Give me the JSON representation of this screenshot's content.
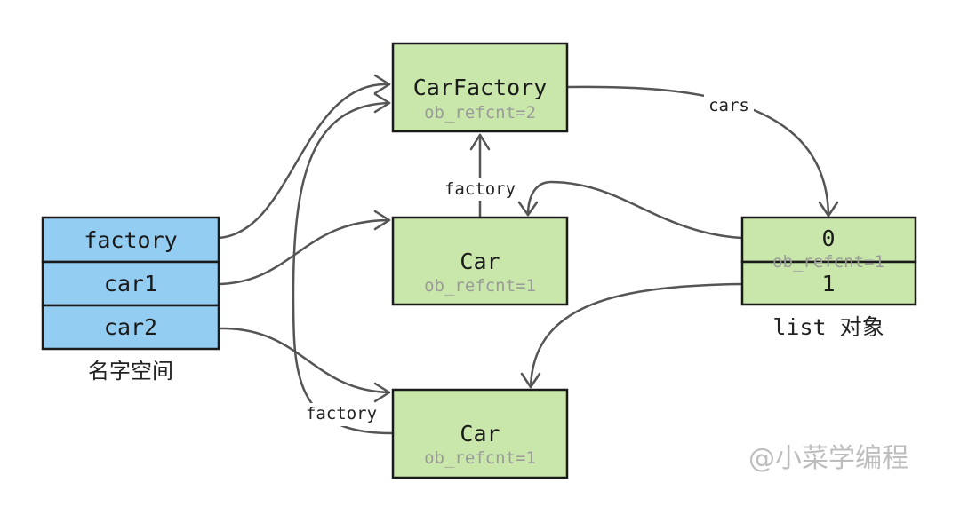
{
  "namespace": {
    "caption": "名字空间",
    "rows": [
      "factory",
      "car1",
      "car2"
    ]
  },
  "car_factory": {
    "name": "CarFactory",
    "refcnt": "ob_refcnt=2"
  },
  "car_a": {
    "name": "Car",
    "refcnt": "ob_refcnt=1"
  },
  "car_b": {
    "name": "Car",
    "refcnt": "ob_refcnt=1"
  },
  "list_obj": {
    "caption": "list 对象",
    "items": [
      "0",
      "1"
    ],
    "refcnt": "ob_refcnt=1"
  },
  "edges": {
    "cars": "cars",
    "factory_a": "factory",
    "factory_b": "factory"
  },
  "watermark": "@小菜学编程",
  "colors": {
    "object_fill": "#c9e7ab",
    "namespace_fill": "#93cdf1",
    "stroke": "#1a1a1a",
    "edge": "#555555",
    "refcnt_text": "#9a9a9a"
  }
}
